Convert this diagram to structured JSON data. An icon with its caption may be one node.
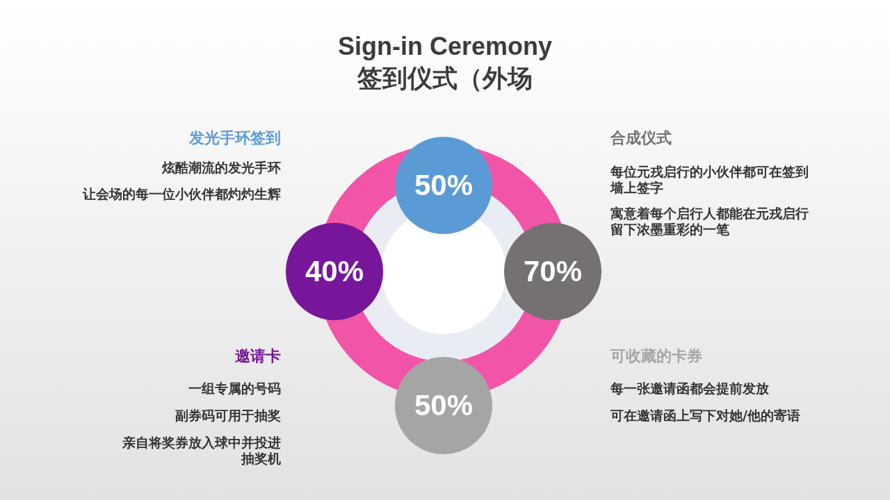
{
  "diagram": {
    "title": "Sign-in Ceremony 签到仪式（外场",
    "nodes": [
      {
        "text": [
          "50%"
        ]
      },
      {
        "text": [
          "40%"
        ]
      },
      {
        "text": [
          "70%"
        ]
      },
      {
        "text": [
          "50%"
        ]
      }
    ],
    "edges": [],
    "labels": [
      "发光手环签到",
      "炫酷潮流的发光手环",
      "让会场的每一位小伙伴都灼灼生辉",
      "合成仪式",
      "每位元戎启行的小伙伴都可在签到墙上签字",
      "寓意着每个启行人都能在元戎启行留下浓墨重彩的一笔",
      "邀请卡",
      "一组专属的号码",
      "副券码可用于抽奖",
      "亲自将奖券放入球中并投进抽奖机",
      "可收藏的卡券",
      "每一张邀请函都会提前发放",
      "可在邀请函上写下对她/他的寄语"
    ]
  }
}
